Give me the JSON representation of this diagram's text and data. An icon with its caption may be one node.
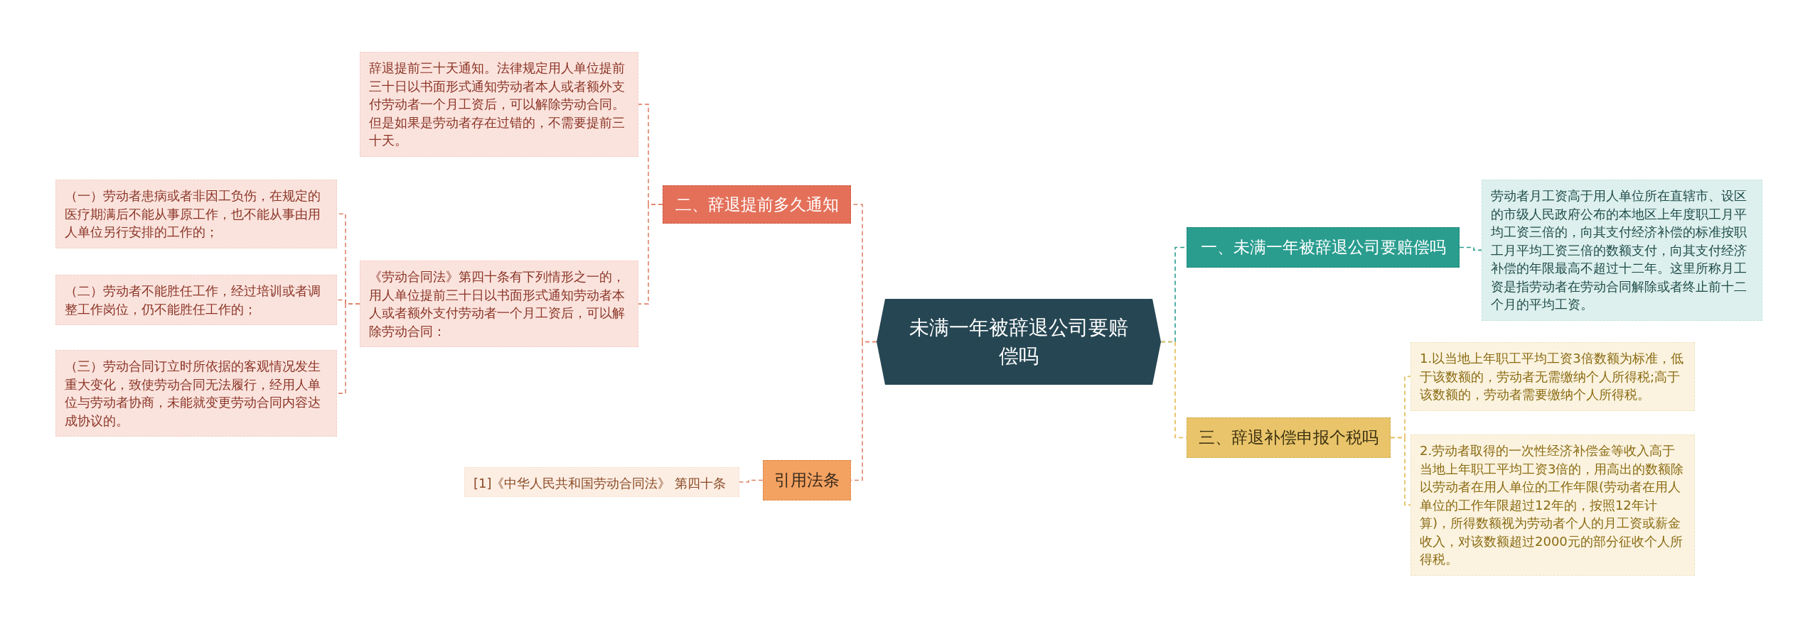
{
  "diagram": {
    "nodes": [
      {
        "text": [
          "未满一年被辞退公司要赔偿吗"
        ]
      },
      {
        "text": [
          "二、辞退提前多久通知"
        ]
      },
      {
        "text": [
          "辞退提前三十天通知。法律规定用人单位提前三十日以书面形式通知劳动者本人或者额外支付劳动者一个月工资后，可以解除劳动合同。但是如果是劳动者存在过错的，不需要提前三十天。"
        ]
      },
      {
        "text": [
          "《劳动合同法》第四十条有下列情形之一的，用人单位提前三十日以书面形式通知劳动者本人或者额外支付劳动者一个月工资后，可以解除劳动合同："
        ]
      },
      {
        "text": [
          "（一）劳动者患病或者非因工负伤，在规定的医疗期满后不能从事原工作，也不能从事由用人单位另行安排的工作的；"
        ]
      },
      {
        "text": [
          "（二）劳动者不能胜任工作，经过培训或者调整工作岗位，仍不能胜任工作的；"
        ]
      },
      {
        "text": [
          "（三）劳动合同订立时所依据的客观情况发生重大变化，致使劳动合同无法履行，经用人单位与劳动者协商，未能就变更劳动合同内容达成协议的。"
        ]
      },
      {
        "text": [
          "引用法条"
        ]
      },
      {
        "text": [
          "[1]《中华人民共和国劳动合同法》 第四十条"
        ]
      },
      {
        "text": [
          "一、未满一年被辞退公司要赔偿吗"
        ]
      },
      {
        "text": [
          "劳动者月工资高于用人单位所在直辖市、设区的市级人民政府公布的本地区上年度职工月平均工资三倍的，向其支付经济补偿的标准按职工月平均工资三倍的数额支付，向其支付经济补偿的年限最高不超过十二年。这里所称月工资是指劳动者在劳动合同解除或者终止前十二个月的平均工资。"
        ]
      },
      {
        "text": [
          "三、辞退补偿申报个税吗"
        ]
      },
      {
        "text": [
          "1.以当地上年职工平均工资3倍数额为标准，低于该数额的，劳动者无需缴纳个人所得税;高于该数额的，劳动者需要缴纳个人所得税。"
        ]
      },
      {
        "text": [
          "2.劳动者取得的一次性经济补偿金等收入高于当地上年职工平均工资3倍的，用高出的数额除以劳动者在用人单位的工作年限(劳动者在用人单位的工作年限超过12年的，按照12年计算)，所得数额视为劳动者个人的月工资或薪金收入，对该数额超过2000元的部分征收个人所得税。"
        ]
      }
    ],
    "edges": [
      {
        "from": 0,
        "to": 1,
        "arrow": "none"
      },
      {
        "from": 1,
        "to": 2,
        "arrow": "none"
      },
      {
        "from": 1,
        "to": 3,
        "arrow": "none"
      },
      {
        "from": 3,
        "to": 4,
        "arrow": "none"
      },
      {
        "from": 3,
        "to": 5,
        "arrow": "none"
      },
      {
        "from": 3,
        "to": 6,
        "arrow": "none"
      },
      {
        "from": 0,
        "to": 7,
        "arrow": "none"
      },
      {
        "from": 7,
        "to": 8,
        "arrow": "none"
      },
      {
        "from": 0,
        "to": 9,
        "arrow": "none",
        "color": "#2a9d8f"
      },
      {
        "from": 9,
        "to": 10,
        "arrow": "none",
        "color": "#2a9d8f"
      },
      {
        "from": 0,
        "to": 11,
        "arrow": "none",
        "color": "#e3b84f"
      },
      {
        "from": 11,
        "to": 12,
        "arrow": "none",
        "color": "#e3b84f"
      },
      {
        "from": 11,
        "to": 13,
        "arrow": "none",
        "color": "#e3b84f"
      }
    ]
  }
}
